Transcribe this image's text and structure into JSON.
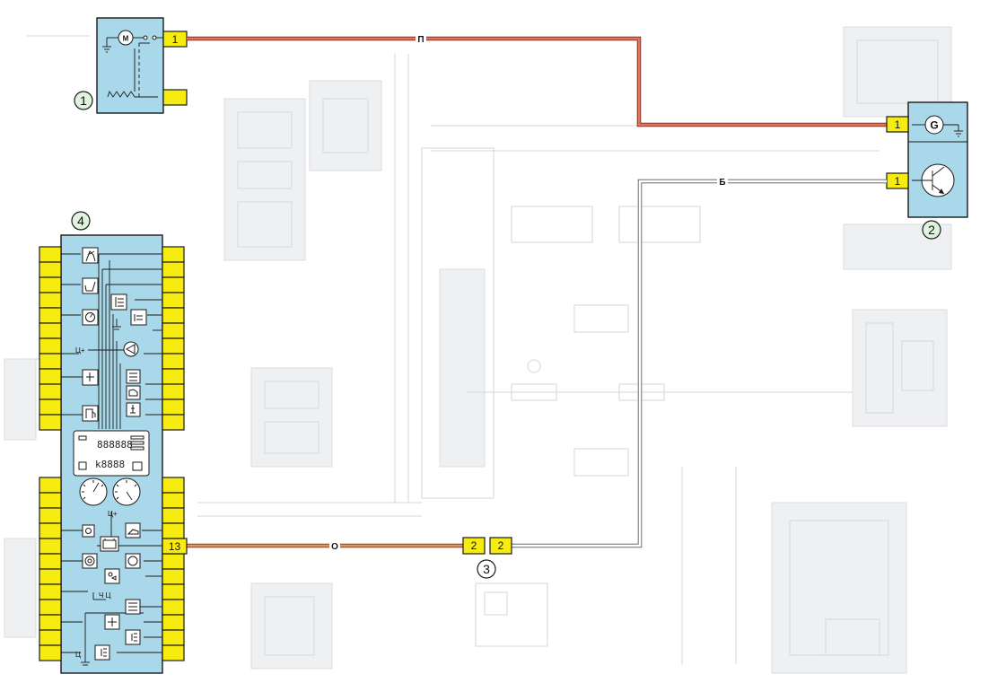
{
  "components": {
    "c1": {
      "number": "1",
      "motor_letter": "M",
      "pin_top": "1"
    },
    "c2": {
      "number": "2",
      "generator_letter": "G",
      "pin_g": "1",
      "pin_t": "1"
    },
    "c3": {
      "number": "3",
      "pin_left": "2",
      "pin_right": "2"
    },
    "c4": {
      "number": "4",
      "pin_13": "13",
      "lcd_top": "888888",
      "lcd_bottom": "k8888"
    }
  },
  "wires": {
    "pink": {
      "code": "П",
      "color": "#e8735a"
    },
    "white": {
      "code": "Б",
      "color": "#ffffff"
    },
    "orange": {
      "code": "О",
      "color": "#e8935a"
    }
  },
  "colors": {
    "block_fill": "#a9d8ea",
    "pin_fill": "#f7ec0f",
    "callout_fill": "#dff3df"
  }
}
